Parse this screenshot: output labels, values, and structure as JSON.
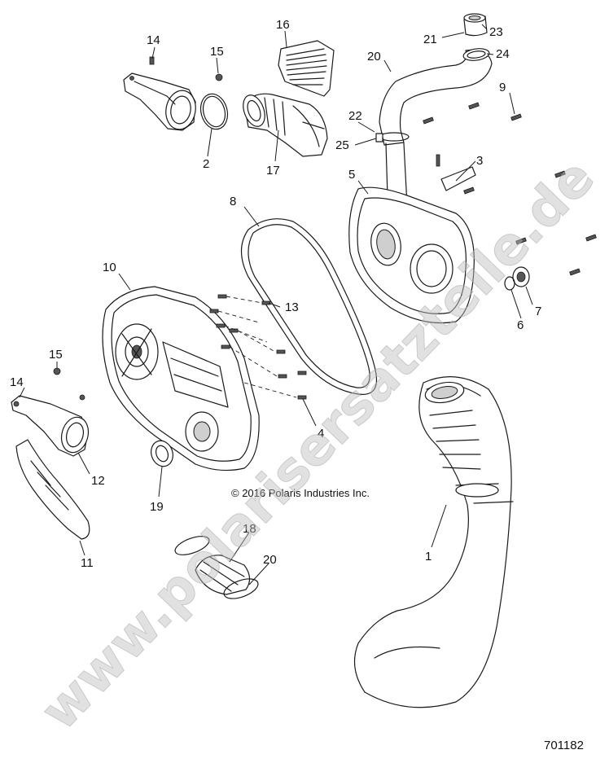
{
  "callouts": [
    {
      "id": "c14a",
      "text": "14"
    },
    {
      "id": "c15a",
      "text": "15"
    },
    {
      "id": "c16",
      "text": "16"
    },
    {
      "id": "c2",
      "text": "2"
    },
    {
      "id": "c17",
      "text": "17"
    },
    {
      "id": "c20a",
      "text": "20"
    },
    {
      "id": "c21",
      "text": "21"
    },
    {
      "id": "c23",
      "text": "23"
    },
    {
      "id": "c24",
      "text": "24"
    },
    {
      "id": "c9",
      "text": "9"
    },
    {
      "id": "c22",
      "text": "22"
    },
    {
      "id": "c25",
      "text": "25"
    },
    {
      "id": "c3",
      "text": "3"
    },
    {
      "id": "c5",
      "text": "5"
    },
    {
      "id": "c8",
      "text": "8"
    },
    {
      "id": "c10",
      "text": "10"
    },
    {
      "id": "c13",
      "text": "13"
    },
    {
      "id": "c7",
      "text": "7"
    },
    {
      "id": "c6",
      "text": "6"
    },
    {
      "id": "c15b",
      "text": "15"
    },
    {
      "id": "c14b",
      "text": "14"
    },
    {
      "id": "c4",
      "text": "4"
    },
    {
      "id": "c12",
      "text": "12"
    },
    {
      "id": "c19",
      "text": "19"
    },
    {
      "id": "c11",
      "text": "11"
    },
    {
      "id": "c18",
      "text": "18"
    },
    {
      "id": "c20b",
      "text": "20"
    },
    {
      "id": "c1",
      "text": "1"
    }
  ],
  "copyright": "© 2016 Polaris Industries Inc.",
  "document_number": "701182",
  "watermark": "www.polarisersatzteile.de"
}
